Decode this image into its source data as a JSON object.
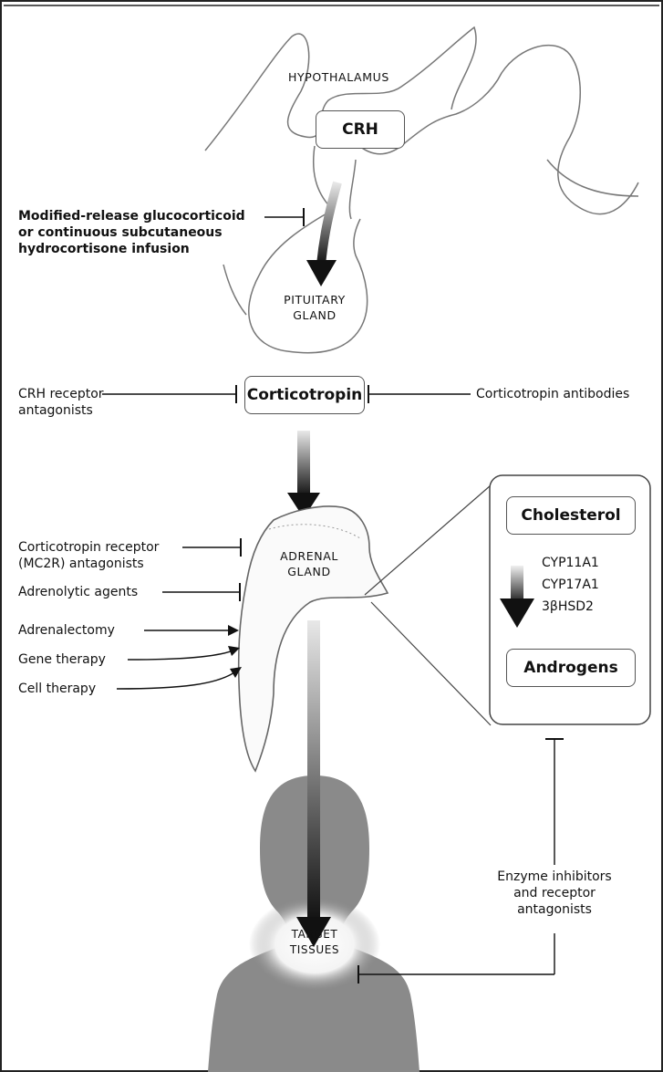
{
  "regions": {
    "hypothalamus": "HYPOTHALAMUS",
    "pituitary_line1": "PITUITARY",
    "pituitary_line2": "GLAND",
    "adrenal_line1": "ADRENAL",
    "adrenal_line2": "GLAND",
    "target_line1": "TARGET",
    "target_line2": "TISSUES"
  },
  "boxes": {
    "crh": "CRH",
    "corticotropin": "Corticotropin",
    "cholesterol": "Cholesterol",
    "androgens": "Androgens"
  },
  "enzymes": [
    "CYP11A1",
    "CYP17A1",
    "3βHSD2"
  ],
  "therapies": {
    "modified_release": [
      "Modified-release glucocorticoid",
      "or continuous subcutaneous",
      "hydrocortisone infusion"
    ],
    "crh_receptor": [
      "CRH receptor",
      "antagonists"
    ],
    "corticotropin_antibodies": "Corticotropin antibodies",
    "mc2r": [
      "Corticotropin receptor",
      "(MC2R) antagonists"
    ],
    "adrenolytic": "Adrenolytic agents",
    "adrenalectomy": "Adrenalectomy",
    "gene_therapy": "Gene therapy",
    "cell_therapy": "Cell therapy",
    "enzyme_inhibitors": [
      "Enzyme inhibitors",
      "and receptor",
      "antagonists"
    ]
  },
  "colors": {
    "arrow": "#111111",
    "body_gray": "#8a8a8a",
    "outline": "#555555"
  }
}
